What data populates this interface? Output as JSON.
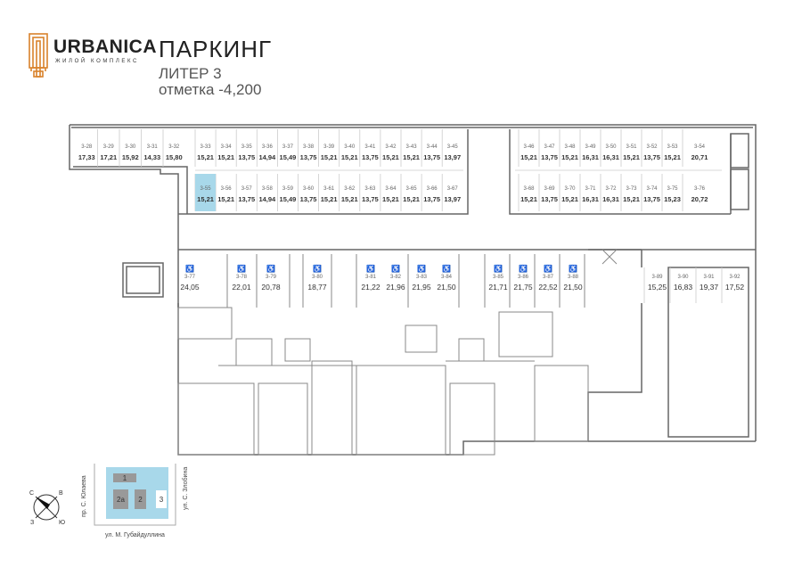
{
  "header": {
    "logo_text": "URBANICA",
    "logo_subtitle": "ЖИЛОЙ КОМПЛЕКС",
    "title": "ПАРКИНГ",
    "subtitle": "ЛИТЕР 3",
    "level": "отметка -4,200"
  },
  "selected_space": "3-55",
  "colors": {
    "selected": "#a8d8ea",
    "logo": "#d9822b",
    "site": "#a8d8ea"
  },
  "spaces": {
    "top_left": [
      {
        "id": "3-28",
        "area": "17,33"
      },
      {
        "id": "3-29",
        "area": "17,21"
      },
      {
        "id": "3-30",
        "area": "15,92"
      },
      {
        "id": "3-31",
        "area": "14,33"
      },
      {
        "id": "3-32",
        "area": "15,80"
      }
    ],
    "top_mid": [
      {
        "id": "3-33",
        "area": "15,21"
      },
      {
        "id": "3-34",
        "area": "15,21"
      },
      {
        "id": "3-35",
        "area": "13,75"
      },
      {
        "id": "3-36",
        "area": "14,94"
      },
      {
        "id": "3-37",
        "area": "15,49"
      },
      {
        "id": "3-38",
        "area": "13,75"
      },
      {
        "id": "3-39",
        "area": "15,21"
      },
      {
        "id": "3-40",
        "area": "15,21"
      },
      {
        "id": "3-41",
        "area": "13,75"
      },
      {
        "id": "3-42",
        "area": "15,21"
      },
      {
        "id": "3-43",
        "area": "15,21"
      },
      {
        "id": "3-44",
        "area": "13,75"
      },
      {
        "id": "3-45",
        "area": "13,97"
      }
    ],
    "second_mid": [
      {
        "id": "3-55",
        "area": "15,21"
      },
      {
        "id": "3-56",
        "area": "15,21"
      },
      {
        "id": "3-57",
        "area": "13,75"
      },
      {
        "id": "3-58",
        "area": "14,94"
      },
      {
        "id": "3-59",
        "area": "15,49"
      },
      {
        "id": "3-60",
        "area": "13,75"
      },
      {
        "id": "3-61",
        "area": "15,21"
      },
      {
        "id": "3-62",
        "area": "15,21"
      },
      {
        "id": "3-63",
        "area": "13,75"
      },
      {
        "id": "3-64",
        "area": "15,21"
      },
      {
        "id": "3-65",
        "area": "15,21"
      },
      {
        "id": "3-66",
        "area": "13,75"
      },
      {
        "id": "3-67",
        "area": "13,97"
      }
    ],
    "top_right": [
      {
        "id": "3-46",
        "area": "15,21"
      },
      {
        "id": "3-47",
        "area": "13,75"
      },
      {
        "id": "3-48",
        "area": "15,21"
      },
      {
        "id": "3-49",
        "area": "16,31"
      },
      {
        "id": "3-50",
        "area": "16,31"
      },
      {
        "id": "3-51",
        "area": "15,21"
      },
      {
        "id": "3-52",
        "area": "13,75"
      },
      {
        "id": "3-53",
        "area": "15,21"
      },
      {
        "id": "3-54",
        "area": "20,71"
      }
    ],
    "second_right": [
      {
        "id": "3-68",
        "area": "15,21"
      },
      {
        "id": "3-69",
        "area": "13,75"
      },
      {
        "id": "3-70",
        "area": "15,21"
      },
      {
        "id": "3-71",
        "area": "16,31"
      },
      {
        "id": "3-72",
        "area": "16,31"
      },
      {
        "id": "3-73",
        "area": "15,21"
      },
      {
        "id": "3-74",
        "area": "13,75"
      },
      {
        "id": "3-75",
        "area": "15,23"
      },
      {
        "id": "3-76",
        "area": "20,72"
      }
    ],
    "accessible": [
      {
        "id": "3-77",
        "area": "24,05"
      },
      {
        "id": "3-78",
        "area": "22,01"
      },
      {
        "id": "3-79",
        "area": "20,78"
      },
      {
        "id": "3-80",
        "area": "18,77"
      },
      {
        "id": "3-81",
        "area": "21,22"
      },
      {
        "id": "3-82",
        "area": "21,96"
      },
      {
        "id": "3-83",
        "area": "21,95"
      },
      {
        "id": "3-84",
        "area": "21,50"
      },
      {
        "id": "3-85",
        "area": "21,71"
      },
      {
        "id": "3-86",
        "area": "21,75"
      },
      {
        "id": "3-87",
        "area": "22,52"
      },
      {
        "id": "3-88",
        "area": "21,50"
      }
    ],
    "right_block": [
      {
        "id": "3-89",
        "area": "15,25"
      },
      {
        "id": "3-90",
        "area": "16,83"
      },
      {
        "id": "3-91",
        "area": "19,37"
      },
      {
        "id": "3-92",
        "area": "17,52"
      }
    ],
    "accessible_symbol": "♿"
  },
  "site_map": {
    "buildings": [
      "1",
      "2а",
      "2",
      "3"
    ],
    "street_left": "пр. С. Юлаева",
    "street_right": "ул. С. Злобина",
    "street_bottom": "ул. М. Губайдуллина",
    "compass": {
      "n": "С",
      "e": "В",
      "s": "Ю",
      "w": "З"
    }
  }
}
